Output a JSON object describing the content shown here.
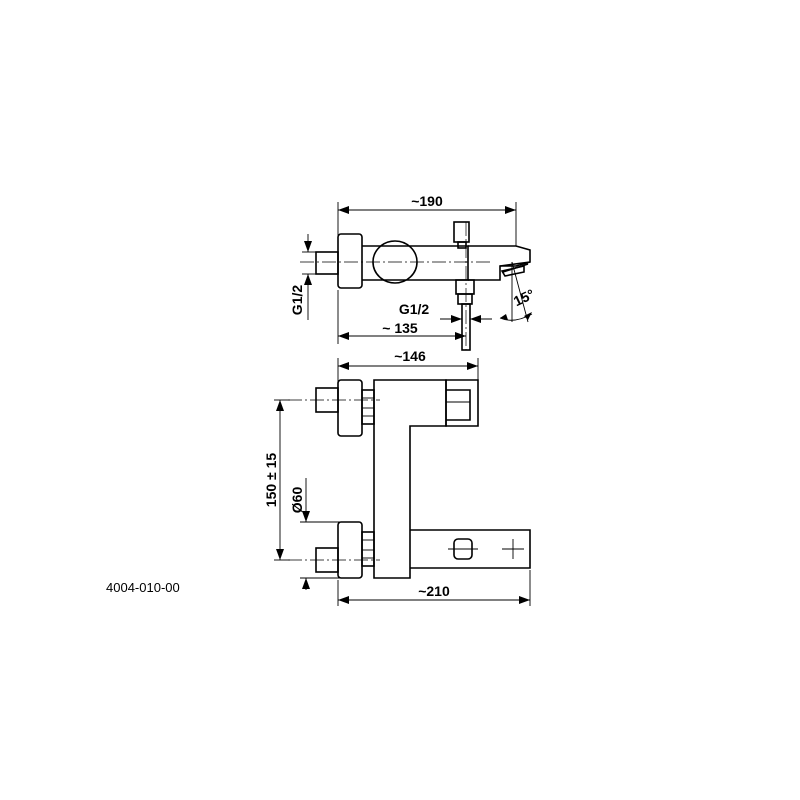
{
  "dimensions": {
    "top_width": "~190",
    "top_thread_left": "G1/2",
    "top_thread_outlet": "G1/2",
    "top_outlet_distance": "~ 135",
    "spout_angle": "15°",
    "front_width": "~146",
    "front_spacing": "150 ± 15",
    "rosette_diameter": "Ø60",
    "front_overall": "~210"
  },
  "product_code": "4004-010-00"
}
